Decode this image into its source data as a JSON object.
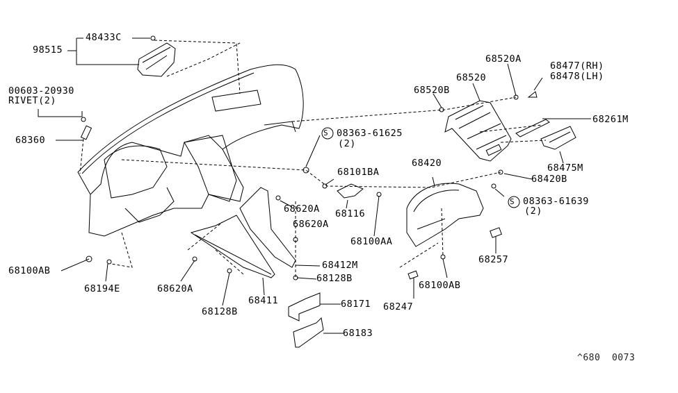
{
  "diagram": {
    "title": "Instrument Panel, Pad & Cluster Lid",
    "reference_code": "^680  0073",
    "callouts": [
      {
        "id": "c-98515",
        "text": "98515"
      },
      {
        "id": "c-48433c",
        "text": "48433C"
      },
      {
        "id": "c-00603",
        "text": "00603-20930"
      },
      {
        "id": "c-rivet",
        "text": "RIVET(2)"
      },
      {
        "id": "c-68360",
        "text": "68360"
      },
      {
        "id": "c-68520a",
        "text": "68520A"
      },
      {
        "id": "c-68477",
        "text": "68477(RH)"
      },
      {
        "id": "c-68478",
        "text": "68478(LH)"
      },
      {
        "id": "c-68520",
        "text": "68520"
      },
      {
        "id": "c-68520b",
        "text": "68520B"
      },
      {
        "id": "c-68261m",
        "text": "68261M"
      },
      {
        "id": "c-08363-61625",
        "text": "08363-61625"
      },
      {
        "id": "c-qty2a",
        "text": "(2)"
      },
      {
        "id": "c-68475m",
        "text": "68475M"
      },
      {
        "id": "c-68420",
        "text": "68420"
      },
      {
        "id": "c-68101ba",
        "text": "68101BA"
      },
      {
        "id": "c-68420b",
        "text": "68420B"
      },
      {
        "id": "c-08363-61639",
        "text": "08363-61639"
      },
      {
        "id": "c-qty2b",
        "text": "(2)"
      },
      {
        "id": "c-68116",
        "text": "68116"
      },
      {
        "id": "c-68620a-1",
        "text": "68620A"
      },
      {
        "id": "c-68620a-2",
        "text": "68620A"
      },
      {
        "id": "c-68100aa",
        "text": "68100AA"
      },
      {
        "id": "c-68257",
        "text": "68257"
      },
      {
        "id": "c-68100ab-1",
        "text": "68100AB"
      },
      {
        "id": "c-68412m",
        "text": "68412M"
      },
      {
        "id": "c-68128b-1",
        "text": "68128B"
      },
      {
        "id": "c-68194e",
        "text": "68194E"
      },
      {
        "id": "c-68620a-3",
        "text": "68620A"
      },
      {
        "id": "c-68100ab-2",
        "text": "68100AB"
      },
      {
        "id": "c-68411",
        "text": "68411"
      },
      {
        "id": "c-68128b-2",
        "text": "68128B"
      },
      {
        "id": "c-68171",
        "text": "68171"
      },
      {
        "id": "c-68247",
        "text": "68247"
      },
      {
        "id": "c-68183",
        "text": "68183"
      }
    ],
    "screw_symbol": "S"
  }
}
